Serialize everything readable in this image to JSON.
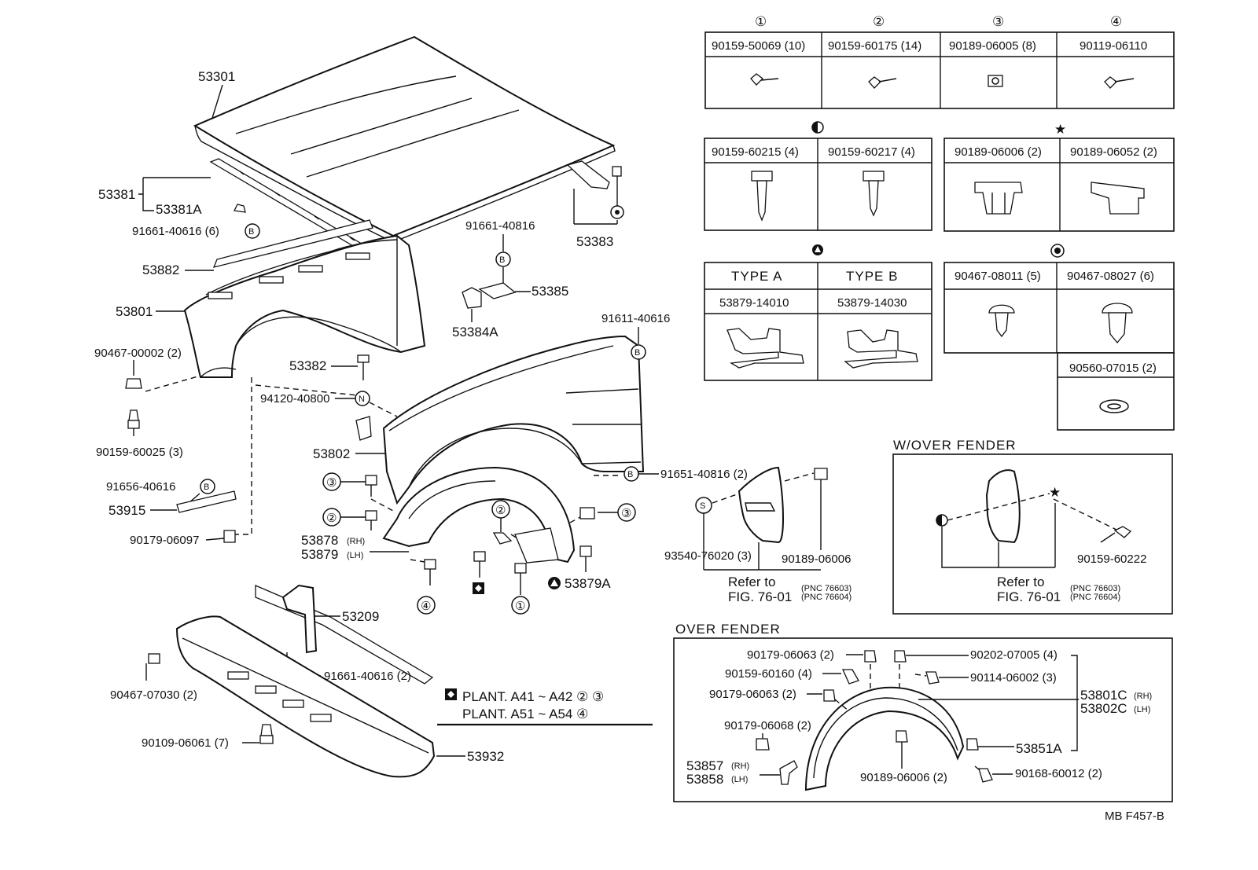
{
  "parts": {
    "hood": "53301",
    "hood_seal_set": "53381",
    "hood_seal_a": "53381A",
    "clip_b_6": "91661-40616 (6)",
    "hood_stay_rh": "53383",
    "hood_hinge_stay": "53882",
    "fender_lh_apron": "53801",
    "grommet_2": "90467-00002 (2)",
    "screw_3": "90159-60025 (3)",
    "bolt_b_1": "91661-40816",
    "fender_bracket": "53385",
    "fender_bracket_a": "53384A",
    "bolt_b_2": "91611-40616",
    "seal_53382": "53382",
    "nut_n": "94120-40800",
    "fender_rh": "53802",
    "bolt_b_3": "91651-40816 (2)",
    "bolt_b_4": "91656-40616",
    "stay_53915": "53915",
    "nut_06097": "90179-06097",
    "liner_rh": "53878",
    "liner_lh": "53879",
    "rh_tag": "(RH)",
    "lh_tag": "(LH)",
    "liner_clip": "53879A",
    "mud_guard_screw": "93540-76020 (3)",
    "mud_guard_nut": "90189-06006",
    "bracket_53209": "53209",
    "bolt_b_5": "91661-40616 (2)",
    "grommet_07030": "90467-07030 (2)",
    "screw_06061": "90109-06061 (7)",
    "spoiler": "53932"
  },
  "callouts": {
    "c1": "①",
    "c2": "②",
    "c3": "③",
    "c4": "④",
    "b": "B",
    "n": "N",
    "s": "S"
  },
  "refer": {
    "refer_to": "Refer to",
    "fig": "FIG. 76-01",
    "pnc1": "(PNC 76603)",
    "pnc2": "(PNC 76604)"
  },
  "plant_note": {
    "line1": "PLANT. A41 ~ A42 ② ③",
    "line2": "PLANT. A51 ~ A54 ④"
  },
  "tables": {
    "numbered": {
      "headers": [
        "①",
        "②",
        "③",
        "④"
      ],
      "parts": [
        "90159-50069 (10)",
        "90159-60175 (14)",
        "90189-06005 (8)",
        "90119-06110"
      ]
    },
    "half_circle": [
      "90159-60215 (4)",
      "90159-60217 (4)"
    ],
    "star": [
      "90189-06006 (2)",
      "90189-06052 (2)"
    ],
    "triangle": {
      "types": [
        "TYPE  A",
        "TYPE  B"
      ],
      "parts": [
        "53879-14010",
        "53879-14030"
      ]
    },
    "ring": [
      "90467-08011 (5)",
      "90467-08027 (6)"
    ],
    "extra": "90560-07015 (2)"
  },
  "w_over_fender": {
    "title": "W/OVER  FENDER",
    "part": "90159-60222"
  },
  "over_fender": {
    "title": "OVER  FENDER",
    "left": [
      "90179-06063 (2)",
      "90159-60160 (4)",
      "90179-06063 (2)",
      "90179-06068 (2)",
      "53857",
      "53858"
    ],
    "right": [
      "90202-07005 (4)",
      "90114-06002 (3)",
      "53801C",
      "53802C",
      "53851A",
      "90168-60012 (2)"
    ],
    "bottom": "90189-06006 (2)"
  },
  "footer": "MB  F457-B"
}
